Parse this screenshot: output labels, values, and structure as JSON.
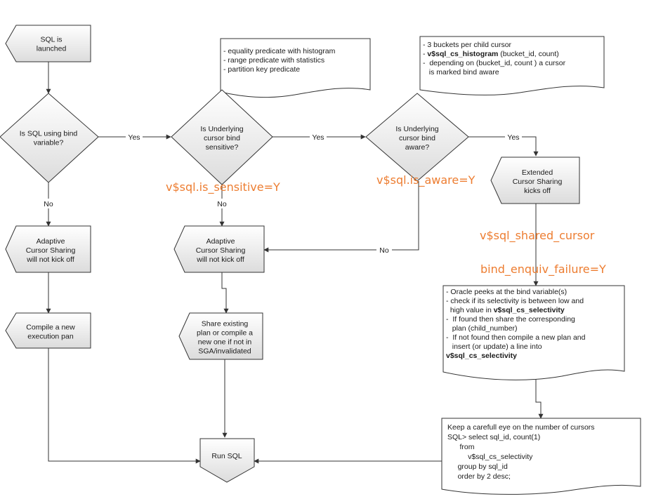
{
  "nodes": {
    "start": {
      "lines": [
        "SQL is",
        "launched"
      ]
    },
    "d_bind": {
      "lines": [
        "Is SQL using bind",
        "variable?"
      ]
    },
    "d_sensitive": {
      "lines": [
        "Is Underlying",
        "cursor bind",
        "sensitive?"
      ]
    },
    "d_aware": {
      "lines": [
        "Is Underlying",
        "cursor bind",
        "aware?"
      ]
    },
    "acs_no_1": {
      "lines": [
        "Adaptive",
        "Cursor Sharing",
        "will not kick off"
      ]
    },
    "acs_no_2": {
      "lines": [
        "Adaptive",
        "Cursor Sharing",
        "will not kick off"
      ]
    },
    "ecs": {
      "lines": [
        "Extended",
        "Cursor Sharing",
        "kicks off"
      ]
    },
    "compile_new": {
      "lines": [
        "Compile a new",
        "execution pan"
      ]
    },
    "share_plan": {
      "lines": [
        "Share existing",
        "plan or compile a",
        "new one if not in",
        "SGA/invalidated"
      ]
    },
    "run_sql": {
      "lines": [
        "Run SQL"
      ]
    }
  },
  "notes": {
    "predicates": {
      "lines": [
        [
          {
            "t": "- equality predicate with histogram"
          }
        ],
        [
          {
            "t": "- range predicate with statistics"
          }
        ],
        [
          {
            "t": "- partition key predicate"
          }
        ]
      ]
    },
    "buckets": {
      "lines": [
        [
          {
            "t": "- 3 buckets per child cursor"
          }
        ],
        [
          {
            "t": "- "
          },
          {
            "t": "v$sql_cs_histogram",
            "b": true
          },
          {
            "t": " (bucket_id, count)"
          }
        ],
        [
          {
            "t": "-  depending on (bucket_id, count ) a cursor"
          }
        ],
        [
          {
            "t": "   is marked bind aware"
          }
        ]
      ]
    },
    "peek": {
      "lines": [
        [
          {
            "t": "- Oracle peeks at the bind variable(s)"
          }
        ],
        [
          {
            "t": "- check if its selectivity is between low and"
          }
        ],
        [
          {
            "t": "  high value in "
          },
          {
            "t": "v$sql_cs_selectivity",
            "b": true
          }
        ],
        [
          {
            "t": "-  If found then share the corresponding"
          }
        ],
        [
          {
            "t": "   plan (child_number)"
          }
        ],
        [
          {
            "t": "-  If not found then compile a new plan and"
          }
        ],
        [
          {
            "t": "   insert (or update) a line into"
          }
        ],
        [
          {
            "t": "v$sql_cs_selectivity",
            "b": true
          }
        ]
      ]
    },
    "query": {
      "lines": [
        [
          {
            "t": "Keep a carefull eye on the number of cursors"
          }
        ],
        [
          {
            "t": "SQL> select sql_id, count(1)"
          }
        ],
        [
          {
            "t": "      from"
          }
        ],
        [
          {
            "t": "          v$sql_cs_selectivity"
          }
        ],
        [
          {
            "t": "     group by sql_id"
          }
        ],
        [
          {
            "t": "     order by 2 desc;"
          }
        ]
      ]
    }
  },
  "edge_labels": {
    "yes_1": "Yes",
    "yes_2": "Yes",
    "yes_3": "Yes",
    "no_1": "No",
    "no_2": "No",
    "no_3": "No"
  },
  "annotations": {
    "is_sensitive": "v$sql.is_sensitive=Y",
    "is_aware": "v$sql.is_aware=Y",
    "shared_cursor": "v$sql_shared_cursor",
    "bind_equiv": "bind_enquiv_failure=Y"
  },
  "colors": {
    "annotation": "#ed7d31",
    "shape_fill_top": "#ffffff",
    "shape_fill_bottom": "#dcdcdc",
    "stroke": "#333333"
  }
}
